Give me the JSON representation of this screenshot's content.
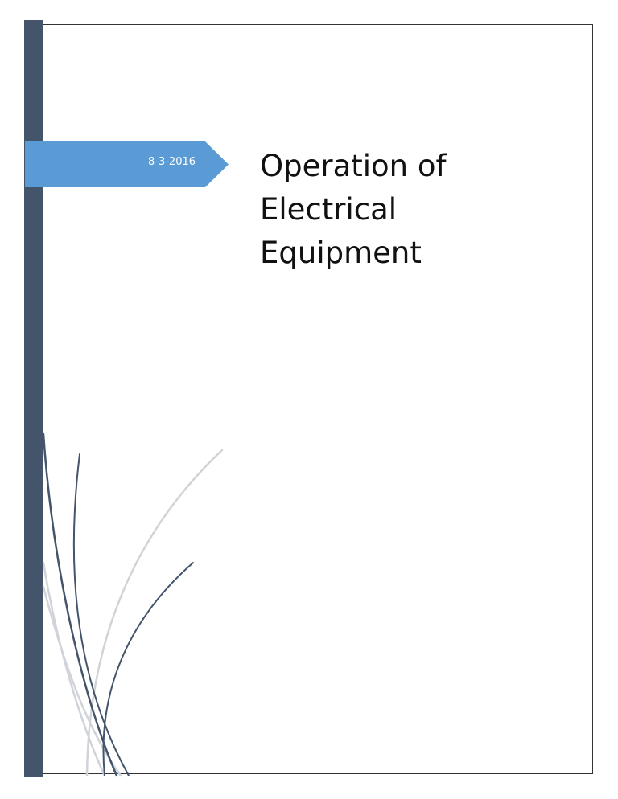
{
  "cover": {
    "date": "8-3-2016",
    "title_lines": [
      "Operation of",
      "Electrical",
      "Equipment"
    ]
  },
  "colors": {
    "sidebar": "#44546a",
    "banner": "#5b9bd5",
    "curve_dark": "#44546a",
    "curve_light": "#d0d3d8"
  }
}
